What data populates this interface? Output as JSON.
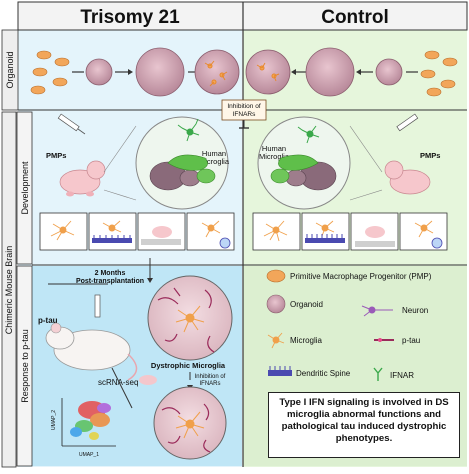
{
  "headers": {
    "trisomy": "Trisomy 21",
    "control": "Control"
  },
  "side_labels": {
    "organoid": "Organoid",
    "development": "Development",
    "chimeric": "Chimeric Mouse Brain",
    "response": "Response to p-tau"
  },
  "labels": {
    "inhibition_top": [
      "Inhibition of",
      "IFNARs"
    ],
    "human_microglia": [
      "Human",
      "Microglia"
    ],
    "pmps": "PMPs",
    "months": [
      "2 Months",
      "Post-transplantation"
    ],
    "ptau": "p-tau",
    "scrnaseq": "scRNA-seq",
    "dystrophic": "Dystrophic Microglia",
    "inhibition_bottom": [
      "Inhibition of",
      "IFNARs"
    ],
    "umap_x": "UMAP_1",
    "umap_y": "UMAP_2"
  },
  "legend": {
    "pmp": "Primitive Macrophage Progenitor (PMP)",
    "organoid": "Organoid",
    "neuron": "Neuron",
    "microglia": "Microglia",
    "ptau": "p-tau",
    "spine": "Dendritic Spine",
    "ifnar": "IFNAR"
  },
  "summary": "Type I IFN signaling is involved in DS microglia abnormal functions and pathological tau induced dystrophic phenotypes.",
  "colors": {
    "trisomy_bg": "#e4f4fb",
    "control_bg": "#e6f6dc",
    "response_bg": "#bfe6f6",
    "header_bg": "#f2f2f2",
    "organoid": "#c89aa9",
    "pmp": "#f2a65a",
    "microglia": "#f0a04b",
    "ifnar": "#3aa84a"
  }
}
